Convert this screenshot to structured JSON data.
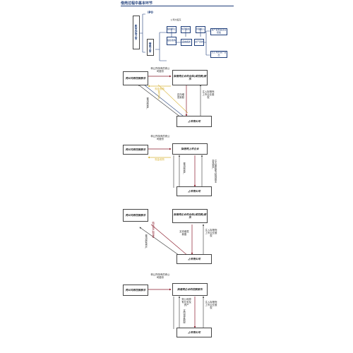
{
  "title": "借壳过程中基本环节",
  "top": {
    "ipo": "IPO",
    "left_label": "股市作场上市",
    "listed_label": "借壳上市",
    "shareholder_label": "公司大股东",
    "nodes": [
      "股权转让",
      "借壳股权",
      "同股投入",
      "股权收购",
      "定向增发",
      "资产置换"
    ],
    "right_nodes": [
      "资产置换是企业控股",
      "壳公司原资产置出"
    ]
  },
  "panels": [
    {
      "shell": "壳公司原控股股东",
      "target": "拟借壳企业的全体(或控股)股东",
      "listed": "上市壳公司",
      "top_label": "转让所持有的壳公司股份",
      "cash": "现金收购",
      "left_a": "置出原资产",
      "left_b": "置出资产",
      "mid": "定向增发新股",
      "right": "注入拟借壳上市企业股权"
    },
    {
      "shell": "壳公司原控股股东",
      "target": "拟借壳上市企业",
      "listed": "上市壳公司",
      "top_label": "转让所持有的壳公司股份",
      "cash": "现金收购",
      "left_a": "置出原资产",
      "mid": "注入盈利能力较强的业务及资产",
      "right": ""
    },
    {
      "shell": "壳公司原控股股东",
      "target": "拟借壳企业的全体(或控股)股东",
      "listed": "上市壳公司",
      "top_label": "",
      "cash": "",
      "left_a": "置出原有资产",
      "left_b": "购买资产和现金",
      "mid": "定向增发新股",
      "right": "注入拟借壳上市企业股权"
    },
    {
      "shell": "壳公司原控股股东",
      "target": "拟借壳企业的控股股东",
      "listed": "上市壳公司",
      "top_label": "转让所持有的壳公司股份",
      "cash": "",
      "left_a": "壳公司原有业务及资产",
      "mid": "定向增发新股",
      "right": "注入拟借壳上市企业股权"
    }
  ]
}
